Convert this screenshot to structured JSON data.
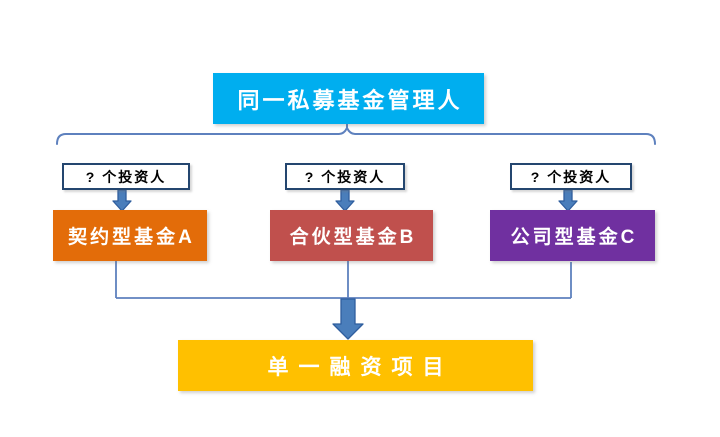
{
  "diagram": {
    "manager_box": {
      "label": "同一私募基金管理人"
    },
    "investor_labels": [
      {
        "label": "? 个投资人"
      },
      {
        "label": "? 个投资人"
      },
      {
        "label": "? 个投资人"
      }
    ],
    "fund_boxes": [
      {
        "label": "契约型基金A",
        "color": "#E36C09"
      },
      {
        "label": "合伙型基金B",
        "color": "#C0504D"
      },
      {
        "label": "公司型基金C",
        "color": "#7030A0"
      }
    ],
    "project_box": {
      "label": "单一融资项目"
    }
  },
  "colors": {
    "top-box": "#00AEEF",
    "fund-a": "#E36C09",
    "fund-b": "#C0504D",
    "fund-c": "#7030A0",
    "bottom-box": "#FFC000",
    "connector": "#5E81BE",
    "arrow-fill": "#4A7EBB",
    "arrow-stroke": "#2F5E9E",
    "label-border": "#24466F"
  }
}
